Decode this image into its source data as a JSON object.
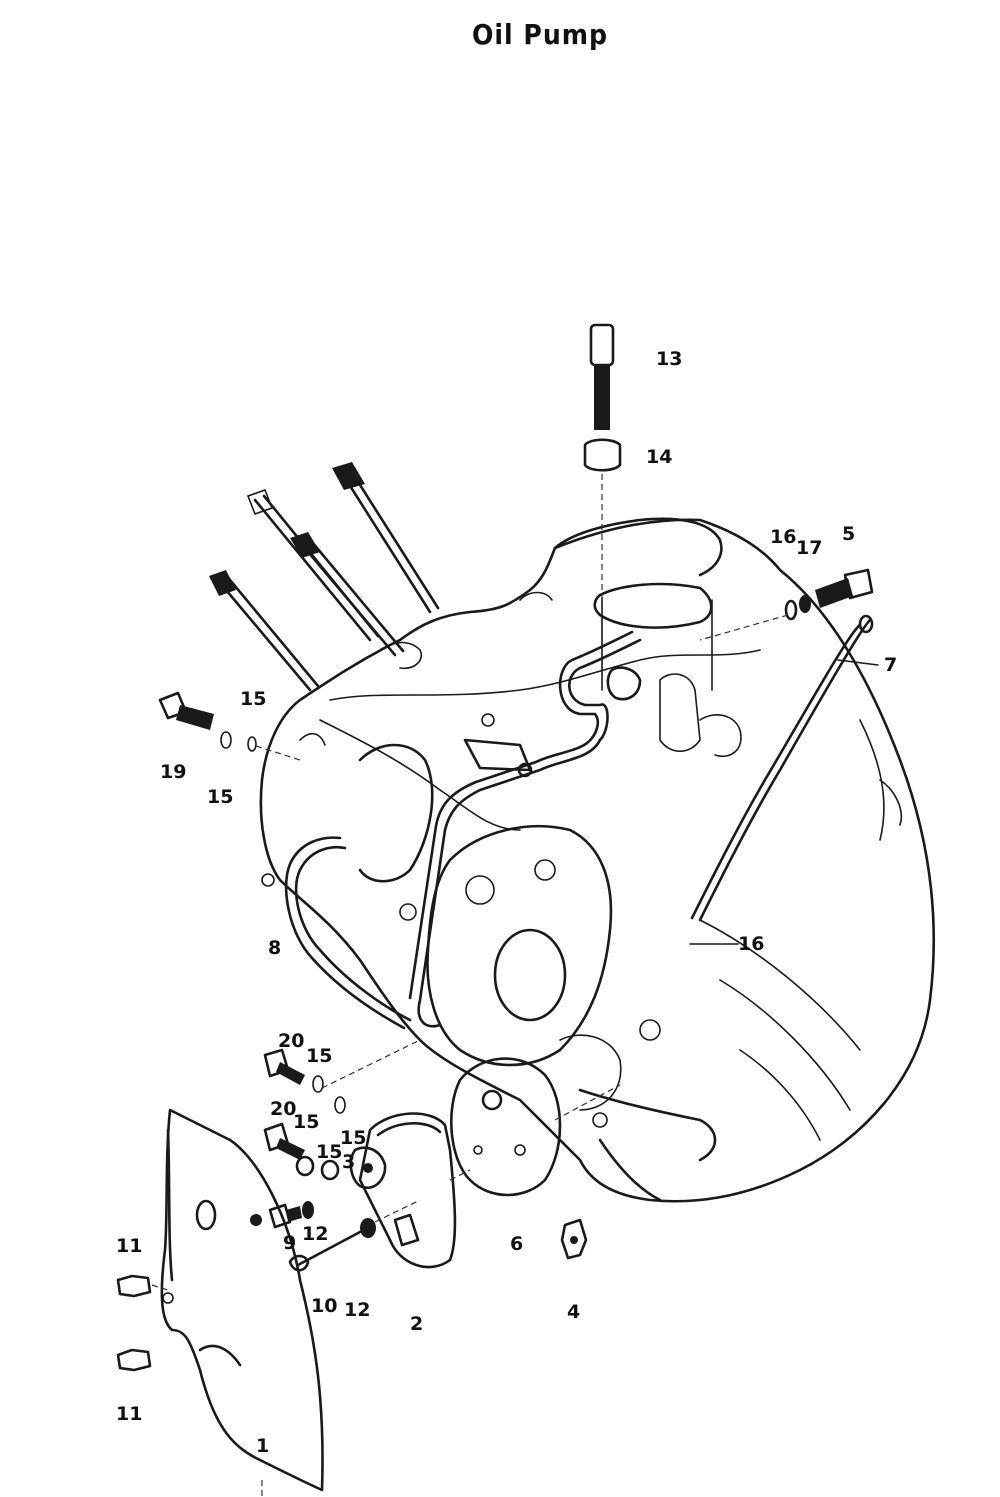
{
  "title": "Oil Pump",
  "labels": {
    "l1": "1",
    "l2": "2",
    "l3": "3",
    "l4": "4",
    "l5": "5",
    "l6": "6",
    "l7": "7",
    "l8": "8",
    "l9": "9",
    "l10": "10",
    "l11a": "11",
    "l11b": "11",
    "l12a": "12",
    "l12b": "12",
    "l13": "13",
    "l14": "14",
    "l15a": "15",
    "l15b": "15",
    "l15c": "15",
    "l15d": "15",
    "l15e": "15",
    "l15f": "15",
    "l16a": "16",
    "l16b": "16",
    "l17": "17",
    "l19": "19",
    "l20a": "20",
    "l20b": "20"
  }
}
